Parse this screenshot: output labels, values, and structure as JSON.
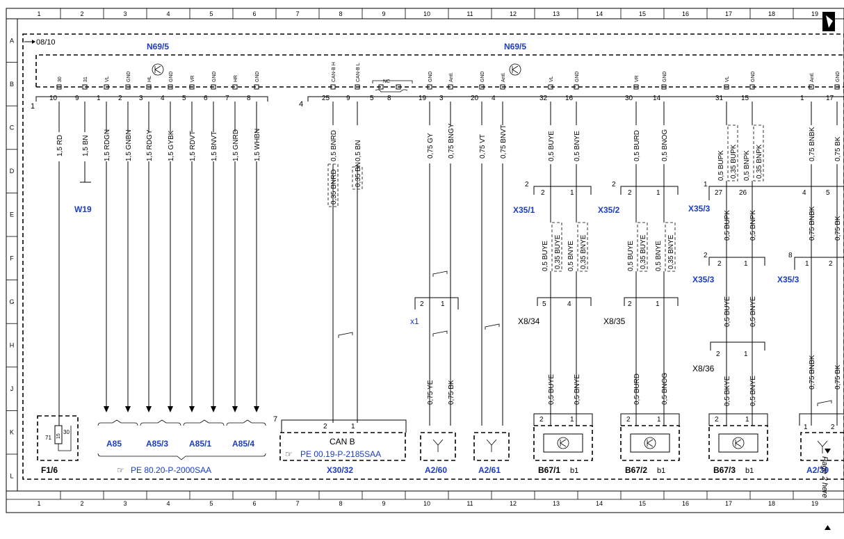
{
  "frame": {
    "columns": [
      "1",
      "2",
      "3",
      "4",
      "5",
      "6",
      "7",
      "8",
      "9",
      "10",
      "11",
      "12",
      "13",
      "14",
      "15",
      "16",
      "17",
      "18",
      "19"
    ],
    "rows": [
      "A",
      "B",
      "C",
      "D",
      "E",
      "F",
      "G",
      "H",
      "J",
      "K",
      "L"
    ]
  },
  "header": {
    "ref": "08/10",
    "module_left": "N69/5",
    "module_right": "N69/5",
    "conn_left_num": "1",
    "conn_right_num": "4",
    "nc_label": "NC"
  },
  "left_conn": {
    "pins": [
      {
        "func": "30",
        "pin": "10"
      },
      {
        "func": "31",
        "pin": "9"
      },
      {
        "func": "VL",
        "pin": "1"
      },
      {
        "func": "GND",
        "pin": "2"
      },
      {
        "func": "HL",
        "pin": "3"
      },
      {
        "func": "GND",
        "pin": "4"
      },
      {
        "func": "VR",
        "pin": "5"
      },
      {
        "func": "GND",
        "pin": "6"
      },
      {
        "func": "HR",
        "pin": "7"
      },
      {
        "func": "GND",
        "pin": "8"
      }
    ],
    "wires": [
      "1,5 RD",
      "1,5 BN",
      "1,5 RDGN",
      "1,5 GNBN",
      "1,5 RDGY",
      "1,5 GYBK",
      "1,5 RDVT",
      "1,5 BNVT",
      "1,5 GNRD",
      "1,5 WHBN"
    ]
  },
  "right_conn": {
    "pins": [
      {
        "func": "CAN-B H",
        "pin": "25"
      },
      {
        "func": "CAN-B L",
        "pin": "9"
      },
      {
        "func": "",
        "pin": "5"
      },
      {
        "func": "",
        "pin": "8"
      },
      {
        "func": "GND",
        "pin": "19"
      },
      {
        "func": "Antl.",
        "pin": "3"
      },
      {
        "func": "GND",
        "pin": "20"
      },
      {
        "func": "Antl.",
        "pin": "4"
      },
      {
        "func": "VL",
        "pin": "32"
      },
      {
        "func": "GND",
        "pin": "16"
      },
      {
        "func": "VR",
        "pin": "30"
      },
      {
        "func": "GND",
        "pin": "14"
      },
      {
        "func": "VL",
        "pin": "31"
      },
      {
        "func": "GND",
        "pin": "15"
      },
      {
        "func": "Antl.",
        "pin": "1"
      },
      {
        "func": "GND",
        "pin": "17"
      }
    ]
  },
  "wires": {
    "can_h_top": "0,5 BNRD",
    "can_h_twist": "0,35 BNRD",
    "can_l_top": "0,5 BN",
    "can_l_twist": "0,35 BN",
    "a260_a": "0,75 GY",
    "a260_b": "0,75 BNGY",
    "a260_c": "0,75 YE",
    "a260_d": "0,75 BK",
    "a261_a": "0,75 VT",
    "a261_b": "0,75 BNVT",
    "b671_a": "0,5 BUYE",
    "b671_b": "0,5 BNYE",
    "b671_c": "0,5 BUYE",
    "b671_d": "0,35 BUYE",
    "b671_e": "0,5 BNYE",
    "b671_f": "0,35 BNYE",
    "b671_g": "0,5 BUYE",
    "b671_h": "0,5 BNYE",
    "b672_a": "0,5 BURD",
    "b672_b": "0,5 BNOG",
    "b672_c": "0,5 BUYE",
    "b672_d": "0,35 BUYE",
    "b672_e": "0,5 BNYE",
    "b672_f": "0,35 BNYE",
    "b672_g": "0,5 BURD",
    "b672_h": "0,5 BNOG",
    "b673_a": "0,5 BUPK",
    "b673_b": "0,35 BUPK",
    "b673_c": "0,5 BNPK",
    "b673_d": "0,35 BNPK",
    "b673_e": "0,5 BUPK",
    "b673_f": "0,5 BNPK",
    "b673_g": "0,5 BUYE",
    "b673_h": "0,5 BNYE",
    "b673_i": "0,5 BKYE",
    "b673_j": "0,5 BNYE",
    "a239_a": "0,75 BNBK",
    "a239_b": "0,75 BK",
    "a239_c": "0,75 BNBK",
    "a239_d": "0,75 BK",
    "a239_e": "0,75 BNBK",
    "a239_f": "0,75 BK"
  },
  "connectors": {
    "x35_1": "X35/1",
    "x35_1_pins": [
      "2",
      "2",
      "1"
    ],
    "x35_2": "X35/2",
    "x35_2_pins": [
      "2",
      "2",
      "1"
    ],
    "x35_3a": "X35/3",
    "x35_3a_pins": [
      "1",
      "27",
      "26",
      "4",
      "5"
    ],
    "x35_3b": "X35/3",
    "x35_3b_pins": [
      "2",
      "2",
      "1"
    ],
    "x35_3c": "X35/3",
    "x35_3c_pins": [
      "8",
      "1",
      "2"
    ],
    "x8_34": "X8/34",
    "x8_34_pins": [
      "5",
      "4"
    ],
    "x8_35": "X8/35",
    "x8_35_pins": [
      "2",
      "1"
    ],
    "x8_36": "X8/36",
    "x8_36_pins": [
      "2",
      "1"
    ],
    "x1": "x1",
    "x1_pins": [
      "2",
      "1"
    ]
  },
  "components": {
    "w19": "W19",
    "f16": "F1/6",
    "f16_pin30": "30",
    "f16_pin71": "71",
    "f16_fuse": "15",
    "a85": "A85",
    "a853": "A85/3",
    "a851": "A85/1",
    "a854": "A85/4",
    "pe_left": "PE 80.20-P-2000SAA",
    "x3032": "X30/32",
    "canb": "CAN B",
    "pe_can": "PE 00.19-P-2185SAA",
    "x3032_num": "7",
    "x3032_pins": [
      "2",
      "1"
    ],
    "a260": "A2/60",
    "a261": "A2/61",
    "b671": "B67/1",
    "b672": "B67/2",
    "b673": "B67/3",
    "b_suffix": "b1",
    "b_pins": [
      "2",
      "1"
    ],
    "a239": "A2/39",
    "a239_pins": [
      "1",
      "2"
    ]
  },
  "side_note": "Page 2 here"
}
